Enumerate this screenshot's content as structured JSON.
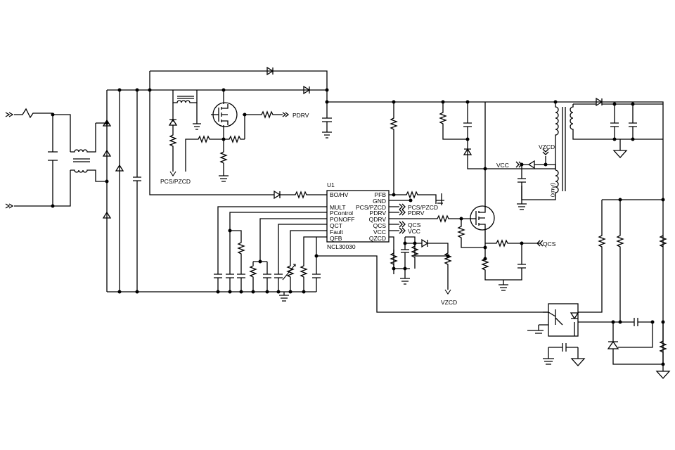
{
  "ic": {
    "ref": "U1",
    "part": "NCL30030",
    "left_pins": [
      "BO/HV",
      "MULT",
      "PControl",
      "PONOFF",
      "QCT",
      "Fault",
      "QFB"
    ],
    "right_pins": [
      "PFB",
      "GND",
      "PCS/PZCD",
      "PDRV",
      "QDRV",
      "QCS",
      "VCC",
      "QZCD"
    ]
  },
  "labels": {
    "pdrv_top": "PDRV",
    "pcs_pzcd_left": "PCS/PZCD",
    "pcs_pzcd_right": "PCS/PZCD",
    "pdrv_right": "PDRV",
    "qcs_ic": "QCS",
    "vcc_ic": "VCC",
    "qcs_out": "QCS",
    "vcc_aux": "VCC",
    "vzcd_aux": "VZCD",
    "aux_winding": "(Aux)",
    "vzcd_bottom": "VZCD"
  }
}
